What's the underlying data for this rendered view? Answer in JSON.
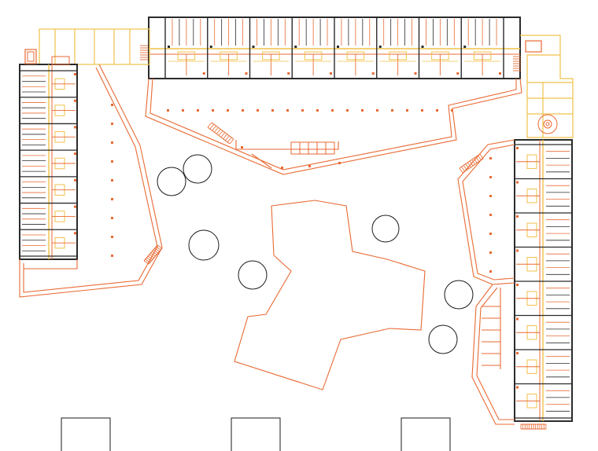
{
  "drawing": {
    "type": "architectural floor plan",
    "colors": {
      "background": "#ffffff",
      "wall_orange": "#e86a33",
      "wall_dark": "#2b2b2b",
      "yellow": "#f0c24a",
      "column_dot": "#e86a33",
      "tree_outline": "#1a1a1a"
    },
    "counts": {
      "north_wing_units": 8,
      "west_wing_units": 7,
      "east_wing_units": 8,
      "trees": 7,
      "pavilions": 3,
      "stairs": 5
    }
  }
}
